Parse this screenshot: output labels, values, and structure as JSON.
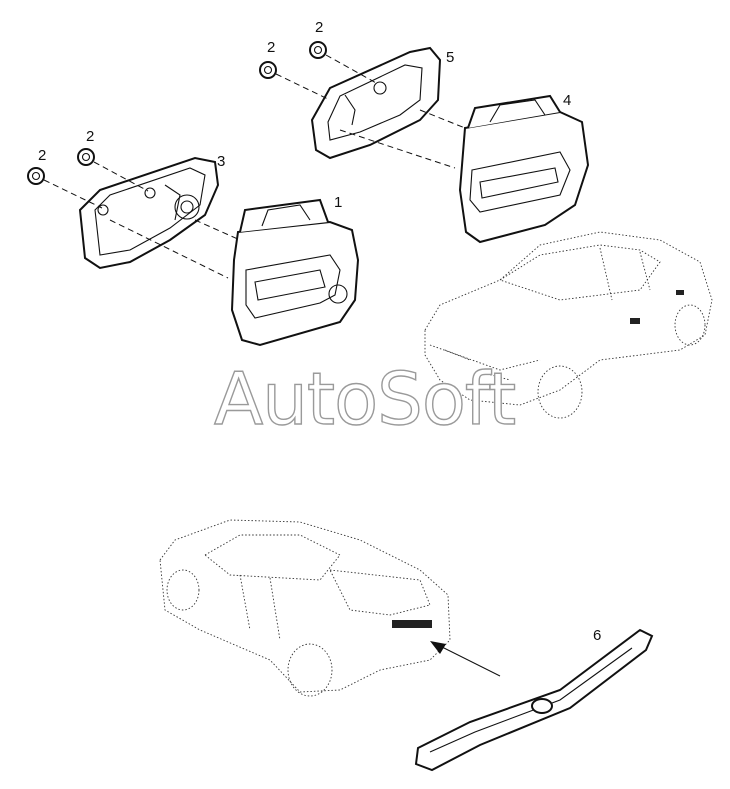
{
  "watermark": "AutoSoft",
  "callouts": {
    "c1": "1",
    "c2a": "2",
    "c2b": "2",
    "c2c": "2",
    "c2d": "2",
    "c3": "3",
    "c4": "4",
    "c5": "5",
    "c6": "6"
  },
  "colors": {
    "line": "#111111",
    "watermark_outline": "#9a9a9a",
    "background": "#ffffff"
  }
}
